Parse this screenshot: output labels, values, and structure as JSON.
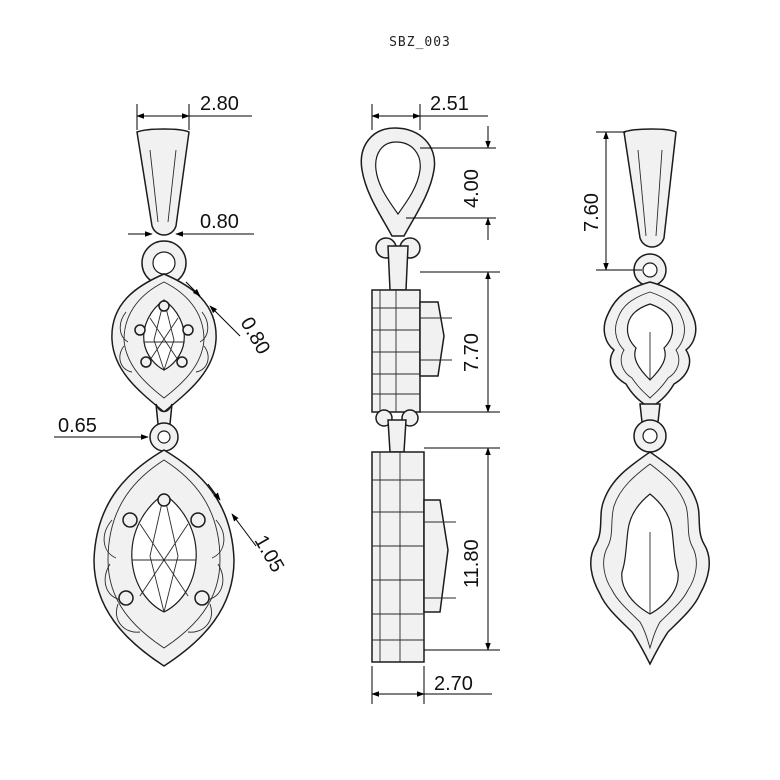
{
  "title": "SBZ_003",
  "dimensions": {
    "front_bail_width": "2.80",
    "front_bail_neck": "0.80",
    "front_upper_prong": "0.80",
    "front_jump_ring": "0.65",
    "front_lower_prong": "1.05",
    "side_loop_width": "2.51",
    "side_loop_height": "4.00",
    "side_upper_height": "7.70",
    "side_lower_height": "11.80",
    "side_depth": "2.70",
    "back_bail_height": "7.60"
  },
  "colors": {
    "ink": "#1c1c1c",
    "fill": "#f1f1f1",
    "background": "#ffffff"
  }
}
